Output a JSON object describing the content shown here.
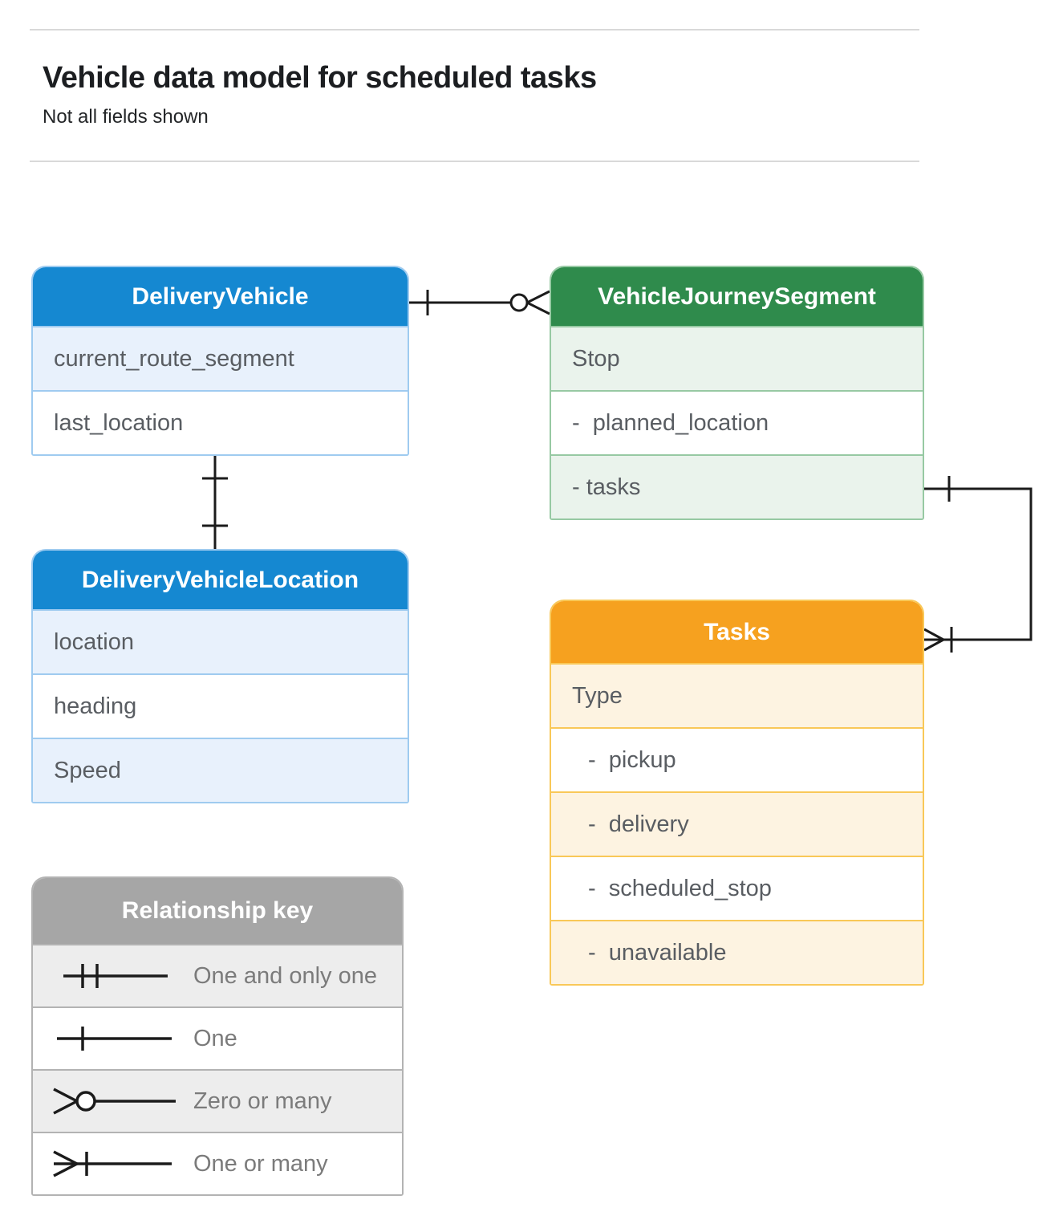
{
  "page": {
    "title": "Vehicle data model for scheduled tasks",
    "subtitle": "Not all fields shown"
  },
  "entities": {
    "delivery_vehicle": {
      "title": "DeliveryVehicle",
      "rows": [
        "current_route_segment",
        "last_location"
      ]
    },
    "vehicle_journey_segment": {
      "title": "VehicleJourneySegment",
      "rows": [
        "Stop",
        "-  planned_location",
        "- tasks"
      ]
    },
    "delivery_vehicle_location": {
      "title": "DeliveryVehicleLocation",
      "rows": [
        "location",
        "heading",
        "Speed"
      ]
    },
    "tasks": {
      "title": "Tasks",
      "rows": [
        "Type",
        "-  pickup",
        "-  delivery",
        "-  scheduled_stop",
        "-  unavailable"
      ]
    }
  },
  "relationship_key": {
    "title": "Relationship key",
    "items": [
      {
        "symbol": "one-and-only-one",
        "label": "One and only one"
      },
      {
        "symbol": "one",
        "label": "One"
      },
      {
        "symbol": "zero-or-many",
        "label": "Zero or many"
      },
      {
        "symbol": "one-or-many",
        "label": "One or many"
      }
    ]
  },
  "connectors": [
    {
      "from": "DeliveryVehicle",
      "to": "VehicleJourneySegment",
      "from_cardinality": "one",
      "to_cardinality": "zero-or-many"
    },
    {
      "from": "DeliveryVehicle",
      "to": "DeliveryVehicleLocation",
      "from_cardinality": "one",
      "to_cardinality": "one"
    },
    {
      "from": "VehicleJourneySegment.tasks",
      "to": "Tasks",
      "from_cardinality": "one",
      "to_cardinality": "one-or-many"
    }
  ],
  "colors": {
    "blue_header": "#1588d1",
    "blue_tint": "#e8f1fc",
    "blue_border": "#9fcbf0",
    "green_header": "#2f8b4c",
    "green_tint": "#eaf3ec",
    "green_border": "#97c9a3",
    "orange_header": "#f6a11f",
    "orange_tint": "#fdf3e1",
    "orange_border": "#f9c858",
    "gray_header": "#a6a6a6",
    "gray_tint": "#ededed",
    "gray_border": "#b3b3b3",
    "connector": "#1b1b1b"
  }
}
